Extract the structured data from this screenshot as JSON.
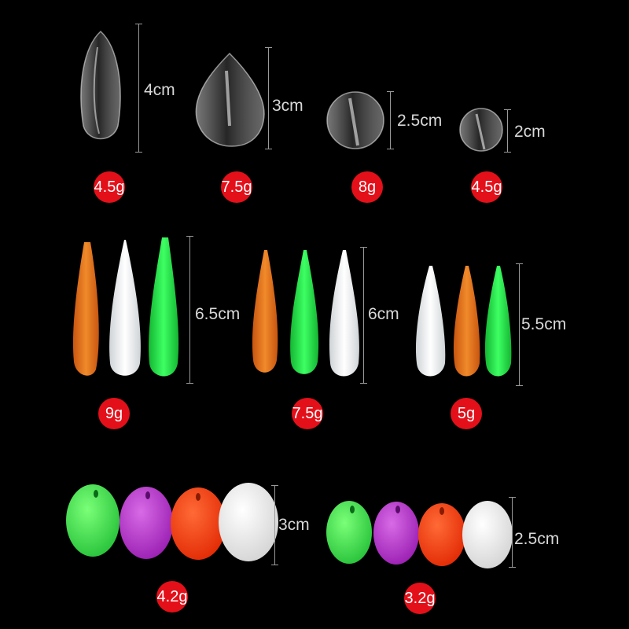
{
  "colors": {
    "background": "#000000",
    "badge": "#e3101a",
    "orange": "#e8731c",
    "white": "#f2f2f2",
    "green": "#22e04a",
    "purple": "#b533c8",
    "red_orange": "#ff3a12",
    "clear": "#cfcfcf"
  },
  "row1": {
    "items": [
      {
        "size": "4cm",
        "weight": "4.5g"
      },
      {
        "size": "3cm",
        "weight": "7.5g"
      },
      {
        "size": "2.5cm",
        "weight": "8g"
      },
      {
        "size": "2cm",
        "weight": "4.5g"
      }
    ]
  },
  "row2": {
    "groups": [
      {
        "size": "6.5cm",
        "weight": "9g"
      },
      {
        "size": "6cm",
        "weight": "7.5g"
      },
      {
        "size": "5.5cm",
        "weight": "5g"
      }
    ]
  },
  "row3": {
    "groups": [
      {
        "size": "3cm",
        "weight": "4.2g"
      },
      {
        "size": "2.5cm",
        "weight": "3.2g"
      }
    ]
  }
}
